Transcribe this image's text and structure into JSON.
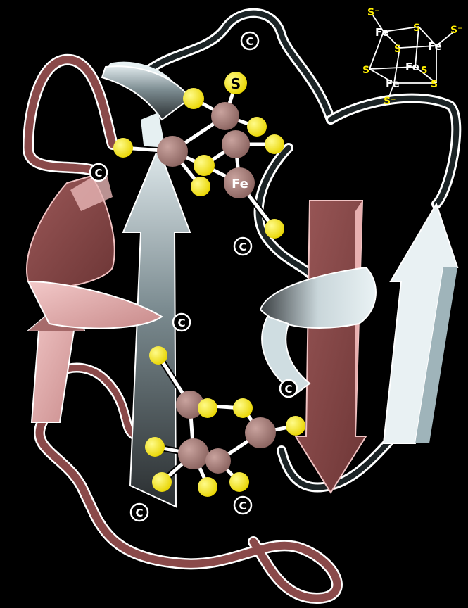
{
  "figure": {
    "colors": {
      "background": "#000000",
      "backbone_brown": "#8a4a4a",
      "backbone_pink": "#e0a8a8",
      "backbone_white": "#e6f0f2",
      "backbone_grey": "#6b7f86",
      "iron_atom": "#a37e7a",
      "sulfur_atom": "#ffee00",
      "bond_outline": "#ffffff"
    },
    "labels": {
      "sulfur": "S",
      "iron": "Fe",
      "carbon": "C"
    },
    "inset": {
      "description_icon": "fe4s4-cluster-schematic",
      "fe": "Fe",
      "s": "S",
      "s_minus": "S⁻",
      "color": "#ffee00"
    }
  }
}
